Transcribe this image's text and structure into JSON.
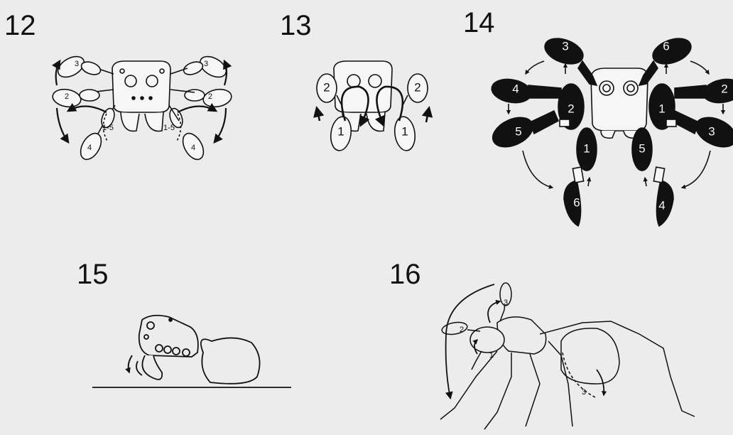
{
  "panels": [
    {
      "number": "12"
    },
    {
      "number": "13"
    },
    {
      "number": "14"
    },
    {
      "number": "15"
    },
    {
      "number": "16"
    }
  ],
  "fig12": {
    "leg_labels": [
      "3",
      "2",
      "4",
      "3",
      "2",
      "4"
    ],
    "palp_labels": [
      "1-5",
      "1-5"
    ]
  },
  "fig13": {
    "leg_labels": [
      "2",
      "1",
      "2",
      "1"
    ]
  },
  "fig14": {
    "leg_labels": [
      "3",
      "4",
      "5",
      "2",
      "1",
      "6",
      "6",
      "2",
      "3",
      "1",
      "5",
      "4"
    ]
  },
  "fig16": {
    "leg_labels": [
      "3",
      "2",
      "1",
      "3"
    ]
  },
  "colors": {
    "background": "#ececec",
    "ink": "#111111",
    "leg_fill_light": "#f6f6f6",
    "leg_fill_dark": "#111111"
  }
}
